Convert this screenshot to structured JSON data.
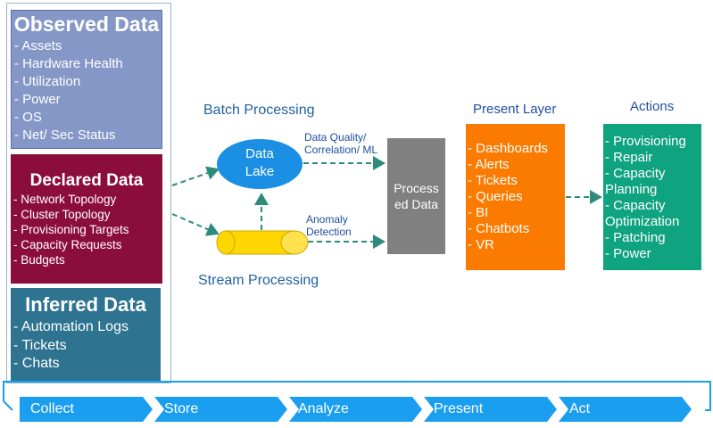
{
  "sources": {
    "observed": {
      "title": "Observed Data",
      "items": [
        "- Assets",
        "- Hardware Health",
        "- Utilization",
        "- Power",
        "- OS",
        "- Net/ Sec Status"
      ]
    },
    "declared": {
      "title": "Declared Data",
      "items": [
        "- Network Topology",
        "- Cluster Topology",
        "- Provisioning Targets",
        "- Capacity Requests",
        "- Budgets"
      ]
    },
    "inferred": {
      "title": "Inferred Data",
      "items": [
        "- Automation Logs",
        "- Tickets",
        "- Chats"
      ]
    }
  },
  "processing": {
    "batch_label": "Batch Processing",
    "stream_label": "Stream Processing",
    "lake_label": [
      "Data",
      "Lake"
    ],
    "quality_label": [
      "Data Quality/",
      "Correlation/ ML"
    ],
    "anomaly_label": [
      "Anomaly",
      "Detection"
    ],
    "processed_label": [
      "Process",
      "ed Data"
    ]
  },
  "present_layer": {
    "title": "Present Layer",
    "items": [
      "- Dashboards",
      "- Alerts",
      "- Tickets",
      "- Queries",
      "- BI",
      "- Chatbots",
      "- VR"
    ]
  },
  "actions": {
    "title": "Actions",
    "items": [
      "- Provisioning",
      "- Repair",
      "- Capacity",
      "Planning",
      "- Capacity",
      "Optimization",
      "- Patching",
      "- Power"
    ]
  },
  "pipeline": {
    "steps": [
      "Collect",
      "Store",
      "Analyze",
      "Present",
      "Act"
    ]
  },
  "colors": {
    "observed": "#8497c7",
    "declared": "#8b0e3a",
    "inferred": "#2e7390",
    "lake": "#1a8fe3",
    "stream": "#ffd700",
    "processed": "#808080",
    "present": "#fb7a00",
    "actions": "#10a37f",
    "pipeline": "#1a9ef0",
    "arrow": "#2e8b7a"
  }
}
